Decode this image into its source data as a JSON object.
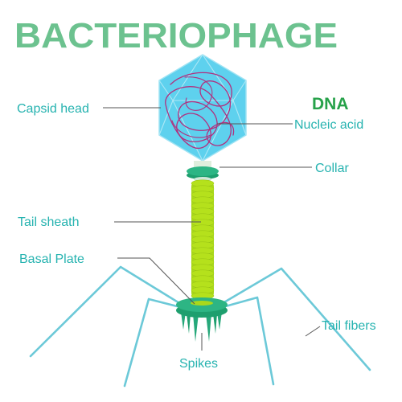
{
  "title": "BACTERIOPHAGE",
  "labels": {
    "capsid_head": "Capsid head",
    "dna": "DNA",
    "nucleic_acid": "Nucleic acid",
    "collar": "Collar",
    "tail_sheath": "Tail sheath",
    "basal_plate": "Basal Plate",
    "tail_fibers": "Tail fibers",
    "spikes": "Spikes"
  },
  "colors": {
    "title": "#6cc28f",
    "label": "#26b3b0",
    "dna_label": "#27a24a",
    "capsid": "#5ed1ee",
    "dna_strand": "#b0317f",
    "collar": "#2db584",
    "sheath": "#b5e11c",
    "fibers": "#6cc9d8"
  }
}
